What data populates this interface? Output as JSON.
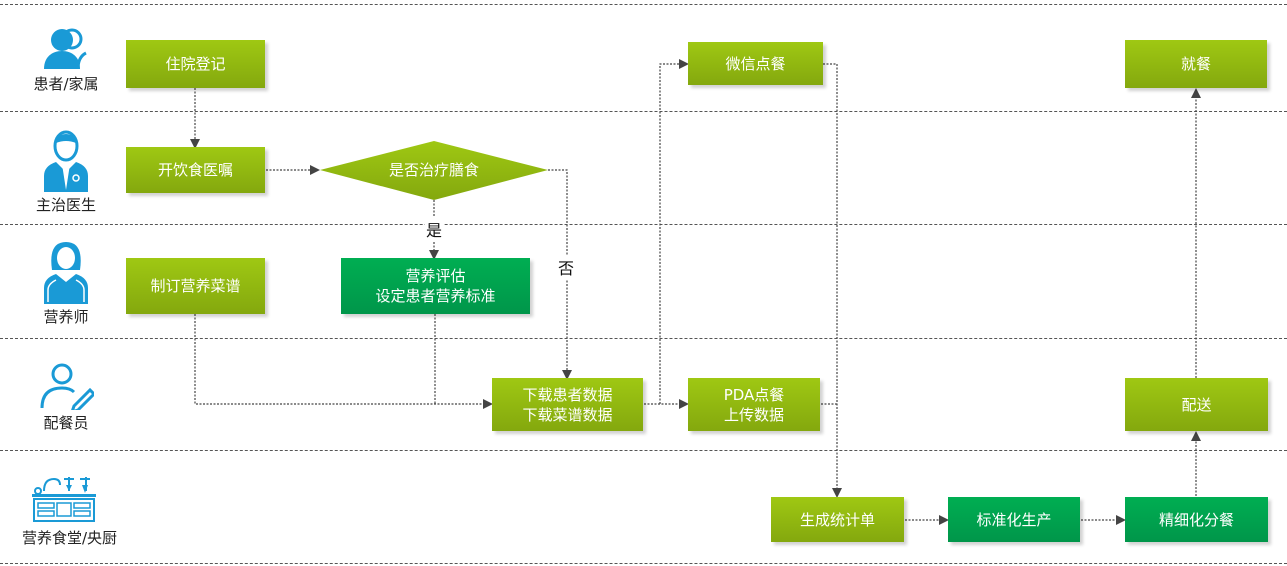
{
  "roles": [
    {
      "id": "patient",
      "label": "患者/家属",
      "icon": "patient-family-icon"
    },
    {
      "id": "doctor",
      "label": "主治医生",
      "icon": "doctor-icon"
    },
    {
      "id": "dietitian",
      "label": "营养师",
      "icon": "dietitian-icon"
    },
    {
      "id": "server",
      "label": "配餐员",
      "icon": "meal-server-icon"
    },
    {
      "id": "canteen",
      "label": "营养食堂/央厨",
      "icon": "kitchen-icon"
    }
  ],
  "nodes": {
    "admission": "住院登记",
    "diet_order": "开饮食医嘱",
    "decision": "是否治疗膳食",
    "menu": "制订营养菜谱",
    "assessment": "营养评估\n设定患者营养标准",
    "download": "下载患者数据\n下载菜谱数据",
    "wechat": "微信点餐",
    "pda": "PDA点餐\n上传数据",
    "stats": "生成统计单",
    "production": "标准化生产",
    "portioning": "精细化分餐",
    "delivery": "配送",
    "dining": "就餐"
  },
  "edge_labels": {
    "yes": "是",
    "no": "否"
  },
  "colors": {
    "lime": "#9fc813",
    "emerald": "#00ae52",
    "icon_blue": "#1a9ad6",
    "connector": "#444444"
  }
}
